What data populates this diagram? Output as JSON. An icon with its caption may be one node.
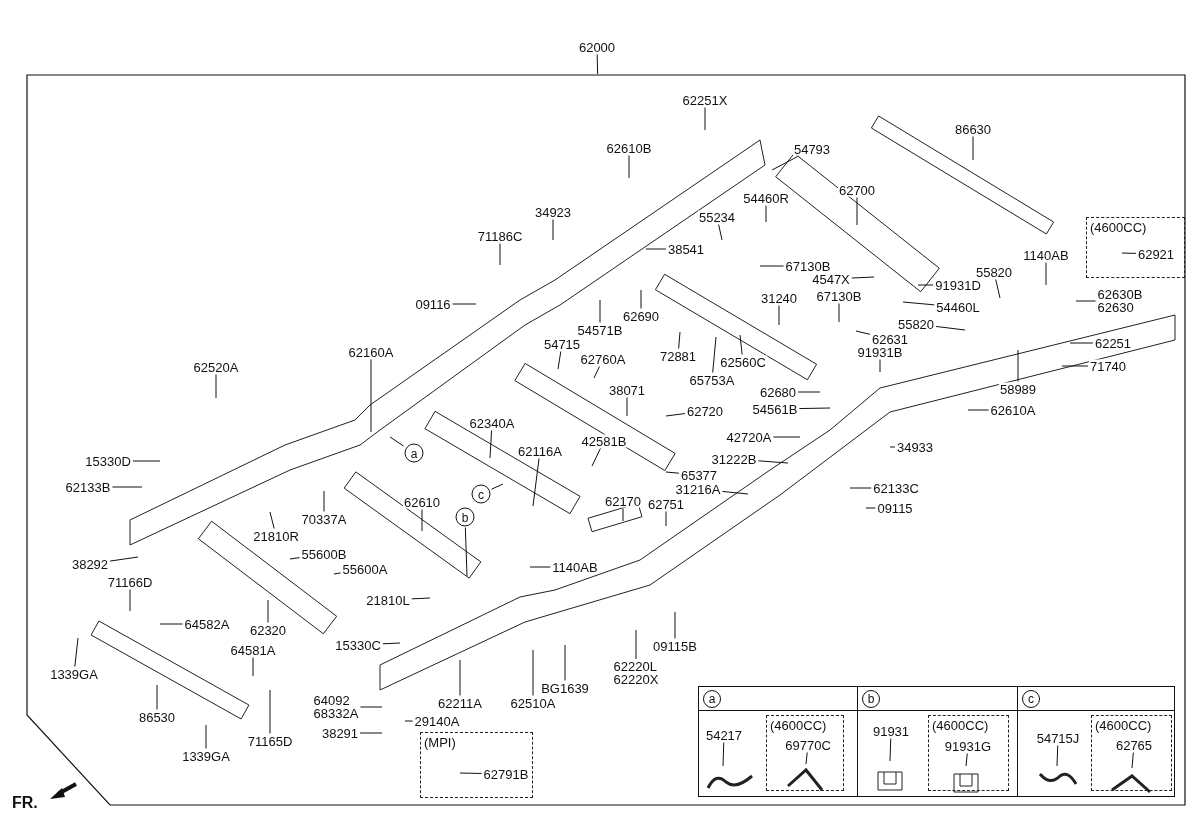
{
  "diagram": {
    "nodes": [
      {
        "text": [
          "62000"
        ]
      },
      {
        "text": [],
        "shape": "box"
      },
      {
        "text": [
          "62251X"
        ],
        "in": 1
      },
      {
        "text": [
          "86630"
        ],
        "in": 1
      },
      {
        "text": [
          "62610B"
        ],
        "in": 1
      },
      {
        "text": [
          "54793"
        ],
        "in": 1
      },
      {
        "text": [
          "62700"
        ],
        "in": 1
      },
      {
        "text": [
          "54460R"
        ],
        "in": 1
      },
      {
        "text": [
          "34923"
        ],
        "in": 1
      },
      {
        "text": [
          "55234"
        ],
        "in": 1
      },
      {
        "text": [
          "(4600CC)"
        ],
        "in": 1
      },
      {
        "text": [
          "62921"
        ],
        "in": 10
      },
      {
        "text": [
          "71186C"
        ],
        "in": 1
      },
      {
        "text": [
          "38541"
        ],
        "in": 1
      },
      {
        "text": [
          "1140AB"
        ],
        "in": 1
      },
      {
        "text": [
          "67130B"
        ],
        "in": 1
      },
      {
        "text": [
          "55820"
        ],
        "in": 1
      },
      {
        "text": [
          "4547X"
        ],
        "in": 1
      },
      {
        "text": [
          "91931D"
        ],
        "in": 1
      },
      {
        "text": [
          "67130B"
        ],
        "in": 1
      },
      {
        "text": [
          "31240"
        ],
        "in": 1
      },
      {
        "text": [
          "62630B",
          "62630"
        ],
        "in": 1
      },
      {
        "text": [
          "09116"
        ],
        "in": 1
      },
      {
        "text": [
          "54460L"
        ],
        "in": 1
      },
      {
        "text": [
          "62690"
        ],
        "in": 1
      },
      {
        "text": [
          "55820"
        ],
        "in": 1
      },
      {
        "text": [
          "54571B"
        ],
        "in": 1
      },
      {
        "text": [
          "62631"
        ],
        "in": 1
      },
      {
        "text": [
          "62251"
        ],
        "in": 1
      },
      {
        "text": [
          "54715"
        ],
        "in": 1
      },
      {
        "text": [
          "62160A"
        ],
        "in": 1
      },
      {
        "text": [
          "91931B"
        ],
        "in": 1
      },
      {
        "text": [
          "72881"
        ],
        "in": 1
      },
      {
        "text": [
          "62760A"
        ],
        "in": 1
      },
      {
        "text": [
          "62560C"
        ],
        "in": 1
      },
      {
        "text": [
          "62520A"
        ],
        "in": 1
      },
      {
        "text": [
          "71740"
        ],
        "in": 1
      },
      {
        "text": [
          "65753A"
        ],
        "in": 1
      },
      {
        "text": [
          "58989"
        ],
        "in": 1
      },
      {
        "text": [
          "38071"
        ],
        "in": 1
      },
      {
        "text": [
          "62680"
        ],
        "in": 1
      },
      {
        "text": [
          "54561B"
        ],
        "in": 1
      },
      {
        "text": [
          "62610A"
        ],
        "in": 1
      },
      {
        "text": [
          "62720"
        ],
        "in": 1
      },
      {
        "text": [
          "62340A"
        ],
        "in": 1
      },
      {
        "text": [
          "42720A"
        ],
        "in": 1
      },
      {
        "text": [
          "42581B"
        ],
        "in": 1
      },
      {
        "text": [
          "34933"
        ],
        "in": 1
      },
      {
        "text": [
          "62116A"
        ],
        "in": 1
      },
      {
        "text": [
          "a"
        ],
        "in": 1
      },
      {
        "text": [
          "31222B"
        ],
        "in": 1
      },
      {
        "text": [
          "15330D"
        ],
        "in": 1
      },
      {
        "text": [
          "65377"
        ],
        "in": 1
      },
      {
        "text": [
          "62133B"
        ],
        "in": 1
      },
      {
        "text": [
          "31216A"
        ],
        "in": 1
      },
      {
        "text": [
          "62133C"
        ],
        "in": 1
      },
      {
        "text": [
          "c"
        ],
        "in": 1
      },
      {
        "text": [
          "62170"
        ],
        "in": 1
      },
      {
        "text": [
          "62610"
        ],
        "in": 1
      },
      {
        "text": [
          "62751"
        ],
        "in": 1
      },
      {
        "text": [
          "09115"
        ],
        "in": 1
      },
      {
        "text": [
          "21810R"
        ],
        "in": 1
      },
      {
        "text": [
          "b"
        ],
        "in": 1
      },
      {
        "text": [
          "70337A"
        ],
        "in": 1
      },
      {
        "text": [
          "55600B"
        ],
        "in": 1
      },
      {
        "text": [
          "38292"
        ],
        "in": 1
      },
      {
        "text": [
          "1140AB"
        ],
        "in": 1
      },
      {
        "text": [
          "55600A"
        ],
        "in": 1
      },
      {
        "text": [
          "71166D"
        ],
        "in": 1
      },
      {
        "text": [
          "21810L"
        ],
        "in": 1
      },
      {
        "text": [
          "64582A"
        ],
        "in": 1
      },
      {
        "text": [
          "62320"
        ],
        "in": 1
      },
      {
        "text": [
          "15330C"
        ],
        "in": 1
      },
      {
        "text": [
          "09115B"
        ],
        "in": 1
      },
      {
        "text": [
          "64581A"
        ],
        "in": 1
      },
      {
        "text": [
          "62220L",
          "62220X"
        ],
        "in": 1
      },
      {
        "text": [
          "1339GA"
        ],
        "in": 1
      },
      {
        "text": [
          "BG1639"
        ],
        "in": 1
      },
      {
        "text": [
          "62211A"
        ],
        "in": 1
      },
      {
        "text": [
          "62510A"
        ],
        "in": 1
      },
      {
        "text": [
          "64092",
          "68332A"
        ],
        "in": 1
      },
      {
        "text": [
          "86530"
        ],
        "in": 1
      },
      {
        "text": [
          "29140A"
        ],
        "in": 1
      },
      {
        "text": [
          "38291"
        ],
        "in": 1
      },
      {
        "text": [
          "(MPI)"
        ],
        "in": 1
      },
      {
        "text": [
          "62791B"
        ],
        "in": 84
      },
      {
        "text": [
          "71165D"
        ],
        "in": 1
      },
      {
        "text": [
          "1339GA"
        ],
        "in": 1
      },
      {
        "text": [
          "a"
        ],
        "in": 1
      },
      {
        "text": [
          "54217"
        ],
        "in": 88
      },
      {
        "text": [
          "(4600CC)"
        ],
        "in": 88
      },
      {
        "text": [
          "69770C"
        ],
        "in": 90
      },
      {
        "text": [
          "b"
        ],
        "in": 1
      },
      {
        "text": [
          "91931"
        ],
        "in": 92
      },
      {
        "text": [
          "(4600CC)"
        ],
        "in": 92
      },
      {
        "text": [
          "91931G"
        ],
        "in": 94
      },
      {
        "text": [
          "c"
        ],
        "in": 1
      },
      {
        "text": [
          "54715J"
        ],
        "in": 96
      },
      {
        "text": [
          "(4600CC)"
        ],
        "in": 96
      },
      {
        "text": [
          "62765"
        ],
        "in": 98
      }
    ],
    "edges": [
      {
        "from": 0,
        "to": 1,
        "arrow": "none"
      },
      {
        "from": 2,
        "to": null,
        "arrow": "none"
      },
      {
        "from": 3,
        "to": null,
        "arrow": "none"
      },
      {
        "from": 4,
        "to": null,
        "arrow": "none"
      },
      {
        "from": 5,
        "to": null,
        "arrow": "none"
      },
      {
        "from": 6,
        "to": null,
        "arrow": "none"
      },
      {
        "from": 7,
        "to": null,
        "arrow": "none"
      },
      {
        "from": 8,
        "to": null,
        "arrow": "none"
      },
      {
        "from": 9,
        "to": null,
        "arrow": "none"
      },
      {
        "from": 11,
        "to": null,
        "arrow": "none"
      },
      {
        "from": 12,
        "to": null,
        "arrow": "none"
      },
      {
        "from": 13,
        "to": null,
        "arrow": "none"
      },
      {
        "from": 14,
        "to": null,
        "arrow": "none"
      },
      {
        "from": 15,
        "to": null,
        "arrow": "none"
      },
      {
        "from": 16,
        "to": null,
        "arrow": "none"
      },
      {
        "from": 17,
        "to": null,
        "arrow": "none"
      },
      {
        "from": 18,
        "to": null,
        "arrow": "none"
      },
      {
        "from": 19,
        "to": null,
        "arrow": "none"
      },
      {
        "from": 20,
        "to": null,
        "arrow": "none"
      },
      {
        "from": 21,
        "to": null,
        "arrow": "none"
      },
      {
        "from": 22,
        "to": null,
        "arrow": "none"
      },
      {
        "from": 23,
        "to": null,
        "arrow": "none"
      },
      {
        "from": 24,
        "to": null,
        "arrow": "none"
      },
      {
        "from": 25,
        "to": null,
        "arrow": "none"
      },
      {
        "from": 26,
        "to": null,
        "arrow": "none"
      },
      {
        "from": 27,
        "to": null,
        "arrow": "none"
      },
      {
        "from": 28,
        "to": null,
        "arrow": "none"
      },
      {
        "from": 29,
        "to": null,
        "arrow": "none"
      },
      {
        "from": 30,
        "to": null,
        "arrow": "none"
      },
      {
        "from": 31,
        "to": null,
        "arrow": "none"
      },
      {
        "from": 32,
        "to": null,
        "arrow": "none"
      },
      {
        "from": 33,
        "to": null,
        "arrow": "none"
      },
      {
        "from": 34,
        "to": null,
        "arrow": "none"
      },
      {
        "from": 35,
        "to": null,
        "arrow": "none"
      },
      {
        "from": 36,
        "to": null,
        "arrow": "none"
      },
      {
        "from": 37,
        "to": null,
        "arrow": "none"
      },
      {
        "from": 38,
        "to": null,
        "arrow": "none"
      },
      {
        "from": 39,
        "to": null,
        "arrow": "none"
      },
      {
        "from": 40,
        "to": null,
        "arrow": "none"
      },
      {
        "from": 41,
        "to": null,
        "arrow": "none"
      },
      {
        "from": 42,
        "to": null,
        "arrow": "none"
      },
      {
        "from": 43,
        "to": null,
        "arrow": "none"
      },
      {
        "from": 44,
        "to": null,
        "arrow": "none"
      },
      {
        "from": 45,
        "to": null,
        "arrow": "none"
      },
      {
        "from": 46,
        "to": null,
        "arrow": "none"
      },
      {
        "from": 47,
        "to": null,
        "arrow": "none"
      },
      {
        "from": 48,
        "to": null,
        "arrow": "none"
      },
      {
        "from": 49,
        "to": null,
        "arrow": "none"
      },
      {
        "from": 50,
        "to": null,
        "arrow": "none"
      },
      {
        "from": 51,
        "to": null,
        "arrow": "none"
      },
      {
        "from": 52,
        "to": null,
        "arrow": "none"
      },
      {
        "from": 53,
        "to": null,
        "arrow": "none"
      },
      {
        "from": 54,
        "to": null,
        "arrow": "none"
      },
      {
        "from": 55,
        "to": null,
        "arrow": "none"
      },
      {
        "from": 56,
        "to": null,
        "arrow": "none"
      },
      {
        "from": 57,
        "to": null,
        "arrow": "none"
      },
      {
        "from": 58,
        "to": null,
        "arrow": "none"
      },
      {
        "from": 59,
        "to": null,
        "arrow": "none"
      },
      {
        "from": 60,
        "to": null,
        "arrow": "none"
      },
      {
        "from": 61,
        "to": null,
        "arrow": "none"
      },
      {
        "from": 62,
        "to": null,
        "arrow": "none"
      },
      {
        "from": 63,
        "to": null,
        "arrow": "none"
      },
      {
        "from": 64,
        "to": null,
        "arrow": "none"
      },
      {
        "from": 65,
        "to": null,
        "arrow": "none"
      },
      {
        "from": 66,
        "to": null,
        "arrow": "none"
      },
      {
        "from": 67,
        "to": null,
        "arrow": "none"
      },
      {
        "from": 68,
        "to": null,
        "arrow": "none"
      },
      {
        "from": 69,
        "to": null,
        "arrow": "none"
      },
      {
        "from": 70,
        "to": null,
        "arrow": "none"
      },
      {
        "from": 71,
        "to": null,
        "arrow": "none"
      },
      {
        "from": 72,
        "to": null,
        "arrow": "none"
      },
      {
        "from": 73,
        "to": null,
        "arrow": "none"
      },
      {
        "from": 74,
        "to": null,
        "arrow": "none"
      },
      {
        "from": 75,
        "to": null,
        "arrow": "none"
      },
      {
        "from": 76,
        "to": null,
        "arrow": "none"
      },
      {
        "from": 77,
        "to": null,
        "arrow": "none"
      },
      {
        "from": 78,
        "to": null,
        "arrow": "none"
      },
      {
        "from": 79,
        "to": null,
        "arrow": "none"
      },
      {
        "from": 80,
        "to": null,
        "arrow": "none"
      },
      {
        "from": 81,
        "to": null,
        "arrow": "none"
      },
      {
        "from": 82,
        "to": null,
        "arrow": "none"
      },
      {
        "from": 83,
        "to": null,
        "arrow": "none"
      },
      {
        "from": 85,
        "to": null,
        "arrow": "none"
      },
      {
        "from": 86,
        "to": null,
        "arrow": "none"
      },
      {
        "from": 87,
        "to": null,
        "arrow": "none"
      },
      {
        "from": 89,
        "to": null,
        "arrow": "none"
      },
      {
        "from": 91,
        "to": null,
        "arrow": "none"
      },
      {
        "from": 93,
        "to": null,
        "arrow": "none"
      },
      {
        "from": 95,
        "to": null,
        "arrow": "none"
      },
      {
        "from": 97,
        "to": null,
        "arrow": "none"
      },
      {
        "from": 99,
        "to": null,
        "arrow": "none"
      }
    ],
    "labels": [
      "FR."
    ]
  }
}
